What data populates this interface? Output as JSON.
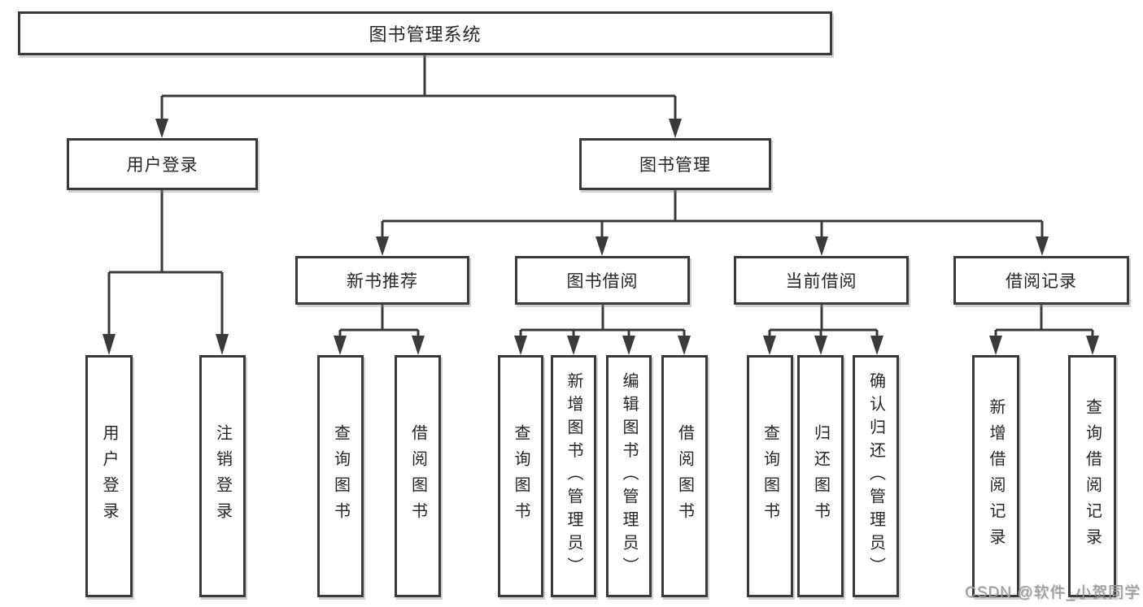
{
  "tree": {
    "label": "图书管理系统",
    "children": [
      {
        "label": "用户登录",
        "children": [
          {
            "label": "用户登录"
          },
          {
            "label": "注销登录"
          }
        ]
      },
      {
        "label": "图书管理",
        "children": [
          {
            "label": "新书推荐",
            "children": [
              {
                "label": "查询图书"
              },
              {
                "label": "借阅图书"
              }
            ]
          },
          {
            "label": "图书借阅",
            "children": [
              {
                "label": "查询图书"
              },
              {
                "label": "新增图书（管理员）"
              },
              {
                "label": "编辑图书（管理员）"
              },
              {
                "label": "借阅图书"
              }
            ]
          },
          {
            "label": "当前借阅",
            "children": [
              {
                "label": "查询图书"
              },
              {
                "label": "归还图书"
              },
              {
                "label": "确认归还（管理员）"
              }
            ]
          },
          {
            "label": "借阅记录",
            "children": [
              {
                "label": "新增借阅记录"
              },
              {
                "label": "查询借阅记录"
              }
            ]
          }
        ]
      }
    ]
  },
  "watermark": {
    "text": "CSDN @软件_小贺同学"
  },
  "colors": {
    "line": "#3a3a3a",
    "box_border": "#3a3a3a",
    "text": "#262626",
    "watermark": "#9c9c9c",
    "background": "#ffffff"
  }
}
